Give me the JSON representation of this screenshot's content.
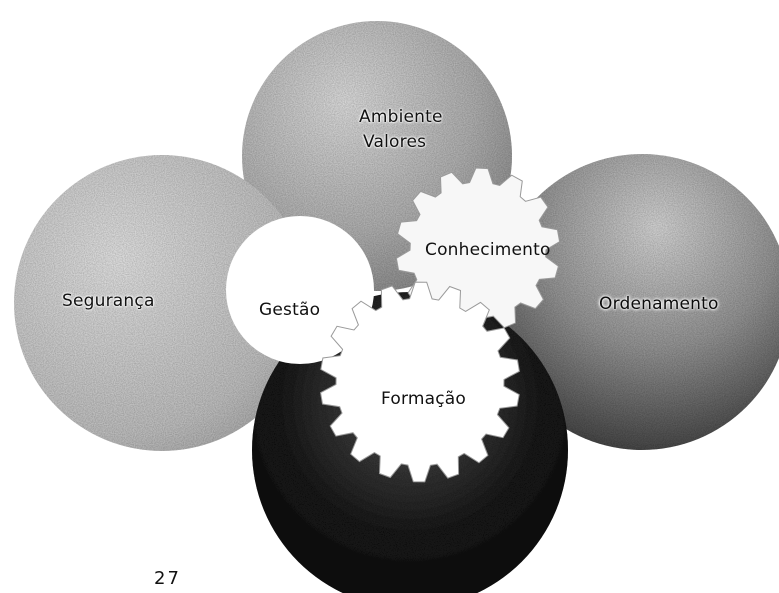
{
  "diagram": {
    "top_circle_labels": [
      "Ambiente",
      "Valores"
    ],
    "left_circle_label": "Segurança",
    "center_label": "Gestão",
    "small_gear_label": "Conhecimento",
    "right_circle_label": "Ordenamento",
    "large_gear_label": "Formação"
  },
  "page_number": "27",
  "colors": {
    "background": "#ffffff",
    "light_shade": "#d9d9d9",
    "mid_shade": "#8f8f8f",
    "dark_shade": "#141414",
    "gear_fill": "#ffffff",
    "text": "#111111"
  }
}
